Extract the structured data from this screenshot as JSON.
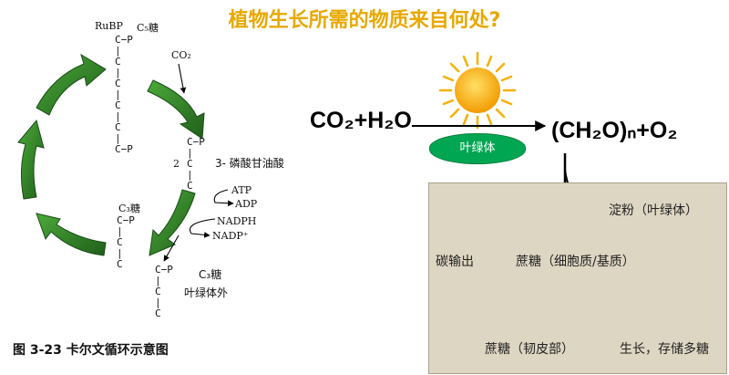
{
  "title": "植物生长所需的物质来自何处?",
  "calvin": {
    "rubp": "RuBP",
    "c5_sugar": "C₅糖",
    "co2": "CO₂",
    "coef2": "2",
    "pga": "3- 磷酸甘油酸",
    "atp": "ATP",
    "adp": "ADP",
    "nadph": "NADPH",
    "nadp": "NADP⁺",
    "c3_sugar_left": "C₃糖",
    "c3_sugar_right": "C₃糖",
    "outside": "叶绿体外",
    "chain_c5": "C−P\n|\nC\n|\nC\n|\nC\n|\nC\n|\nC−P",
    "chain_pga": "C−P\n|\nC\n|\nC",
    "chain_c3_left": "C−P\n|\nC\n|\nC",
    "chain_c3_out": "C−P\n|\nC\n|\nC",
    "caption": "图 3-23   卡尔文循环示意图"
  },
  "equation": {
    "left": "CO₂+H₂O",
    "right": "(CH₂O)ₙ+O₂",
    "catalyst": "叶绿体"
  },
  "transport": {
    "starch": "淀粉（叶绿体）",
    "export": "碳输出",
    "sucrose_cell": "蔗糖（细胞质/基质）",
    "sucrose_phloem": "蔗糖（韧皮部）",
    "result": "生长，存储多糖"
  },
  "colors": {
    "title": "#e8a800",
    "cycle_arrow": "#2e7d25",
    "leaf": "#00a651",
    "sun": "#f8b500",
    "box": "#ddd6c2"
  }
}
